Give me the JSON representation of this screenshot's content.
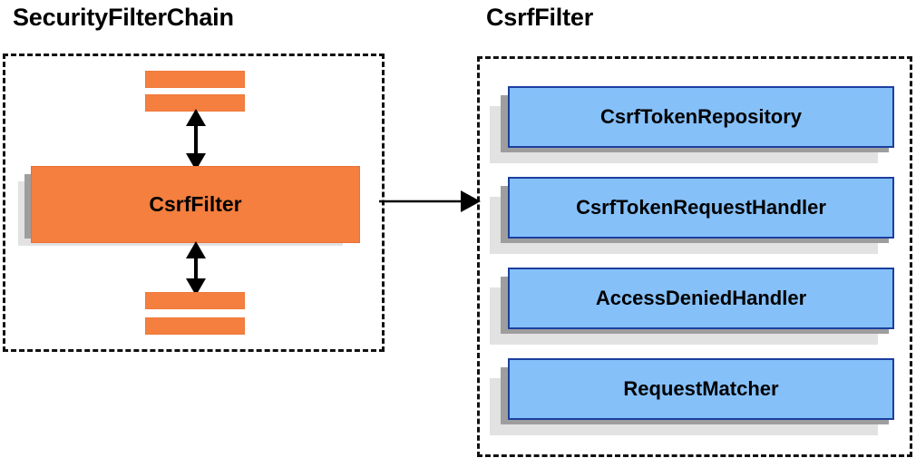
{
  "diagram": {
    "type": "component-relationship-diagram",
    "background_color": "#ffffff",
    "panels": [
      {
        "id": "security-filter-chain",
        "title": "SecurityFilterChain",
        "border_style": "dashed",
        "border_color": "#111111",
        "blocks": [
          {
            "kind": "filter-bar",
            "label": "",
            "color": "#f47f3f"
          },
          {
            "kind": "filter-bar",
            "label": "",
            "color": "#f47f3f"
          },
          {
            "kind": "stacked-box",
            "label": "CsrfFilter",
            "color": "#f47f3f"
          },
          {
            "kind": "filter-bar",
            "label": "",
            "color": "#f47f3f"
          },
          {
            "kind": "filter-bar",
            "label": "",
            "color": "#f47f3f"
          }
        ]
      },
      {
        "id": "csrf-filter",
        "title": "CsrfFilter",
        "border_style": "dashed",
        "border_color": "#111111",
        "blocks": [
          {
            "kind": "stacked-box",
            "label": "CsrfTokenRepository",
            "color": "#85c0f9"
          },
          {
            "kind": "stacked-box",
            "label": "CsrfTokenRequestHandler",
            "color": "#85c0f9"
          },
          {
            "kind": "stacked-box",
            "label": "AccessDeniedHandler",
            "color": "#85c0f9"
          },
          {
            "kind": "stacked-box",
            "label": "RequestMatcher",
            "color": "#85c0f9"
          }
        ]
      }
    ],
    "connectors": [
      {
        "id": "chain-up",
        "style": "double-headed-vertical",
        "label": ""
      },
      {
        "id": "chain-down",
        "style": "double-headed-vertical",
        "label": ""
      },
      {
        "id": "expand-link",
        "style": "single-headed-horizontal",
        "label": ""
      }
    ],
    "palette": {
      "orange_fill": "#f47f3f",
      "orange_border": "#e8703a",
      "blue_fill": "#85c0f9",
      "blue_border": "#1b3fa0",
      "shadow_mid": "#9e9e9e",
      "shadow_back": "#e2e2e2",
      "text": "#000000"
    }
  }
}
